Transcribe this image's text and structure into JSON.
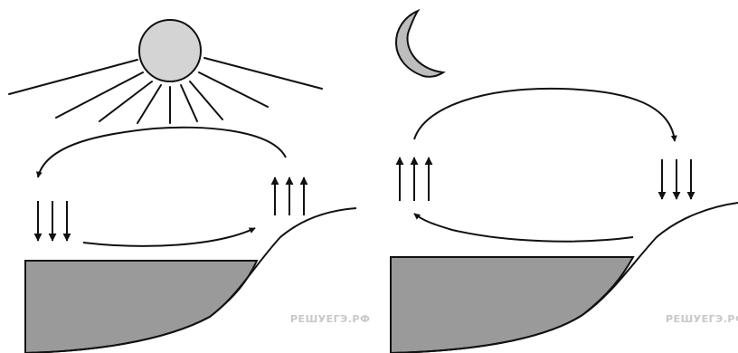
{
  "colors": {
    "ink": "#111111",
    "sun_fill": "#d4d4d4",
    "moon_fill": "#bdbdbd",
    "water_fill": "#9a9a9a",
    "background": "#ffffff"
  },
  "panels": [
    {
      "name": "day",
      "celestial_icon": "sun-icon"
    },
    {
      "name": "night",
      "celestial_icon": "moon-icon"
    }
  ],
  "watermark": {
    "left": "РЕШУЕГЭ.РФ",
    "right": "РЕШУЕГЭ.РФ"
  }
}
